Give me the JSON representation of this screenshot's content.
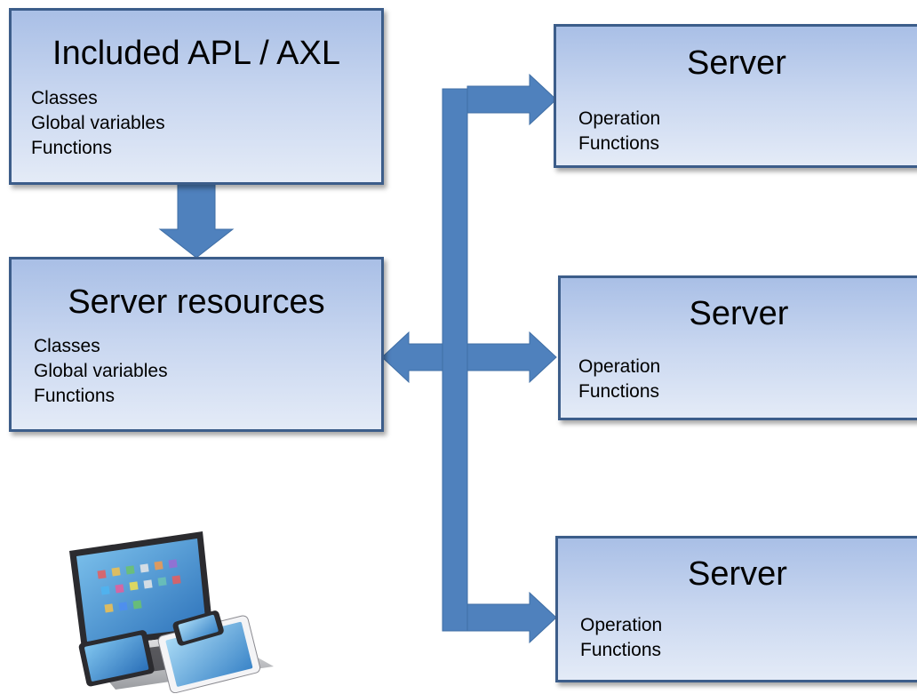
{
  "boxes": {
    "included": {
      "title": "Included APL / AXL",
      "items": [
        "Classes",
        "Global variables",
        "Functions"
      ]
    },
    "resources": {
      "title": "Server resources",
      "items": [
        "Classes",
        "Global variables",
        "Functions"
      ]
    },
    "servers": [
      {
        "title": "Server",
        "items": [
          "Operation",
          "Functions"
        ]
      },
      {
        "title": "Server",
        "items": [
          "Operation",
          "Functions"
        ]
      },
      {
        "title": "Server",
        "items": [
          "Operation",
          "Functions"
        ]
      }
    ]
  },
  "colors": {
    "arrow": "#4f81bd",
    "box_border": "#3c5d8a",
    "box_top": "#a9bfe6",
    "box_bottom": "#e4ebf7"
  },
  "illustration": {
    "icon": "devices-icon"
  }
}
